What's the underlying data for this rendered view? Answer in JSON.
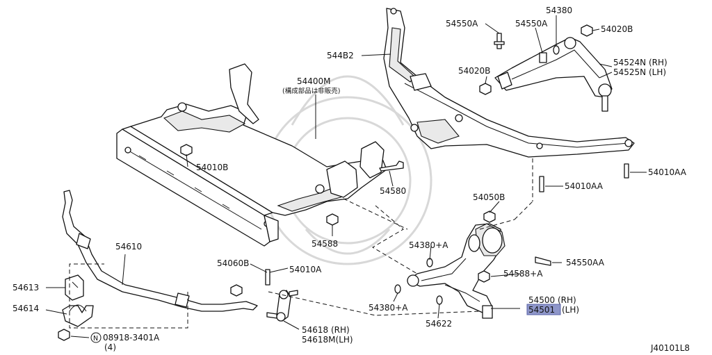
{
  "diagram_code": "J40101L8",
  "callouts": {
    "p54550A_top": "54550A",
    "p54550A_mid": "54550A",
    "p54380": "54380",
    "p54020B_top": "54020B",
    "p544B2": "544B2",
    "p54020B_mid": "54020B",
    "p54524N": "54524N (RH)",
    "p54525N": "54525N (LH)",
    "p54400M": "54400M",
    "p54400M_note": "(構成部品は非販売)",
    "p54010B": "54010B",
    "p54580": "54580",
    "p54010AA_right": "54010AA",
    "p54010AA_mid": "54010AA",
    "p54050B": "54050B",
    "p54610": "54610",
    "p54588": "54588",
    "p54380A_top": "54380+A",
    "p54550AA": "54550AA",
    "p54060B": "54060B",
    "p54010A": "54010A",
    "p54588A": "54588+A",
    "p54613": "54613",
    "p54500": "54500 (RH)",
    "p54501": "54501",
    "p54501_side": "(LH)",
    "p54614": "54614",
    "p54380A_bot": "54380+A",
    "p54622": "54622",
    "p54618": "54618 (RH)",
    "p54618M": "54618M(LH)",
    "n_marker": "N",
    "p08918": "08918-3401A",
    "p08918_qty": "(4)"
  },
  "colors": {
    "line": "#111111",
    "highlight_fill": "#8e96c9",
    "highlight_border": "#5a63a8",
    "watermark": "#d8d8d8"
  }
}
